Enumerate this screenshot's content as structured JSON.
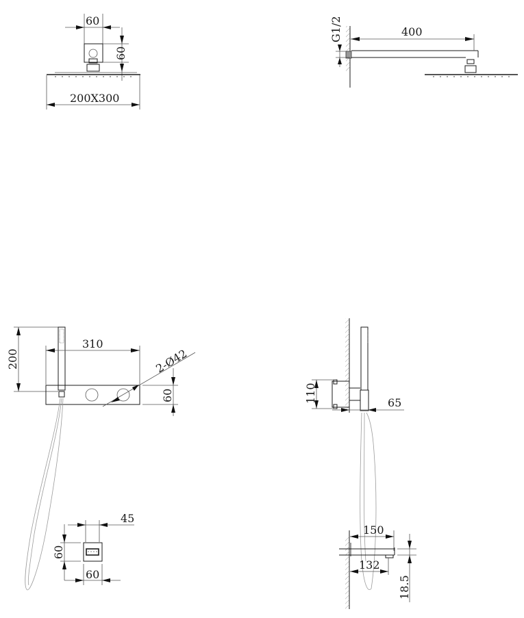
{
  "drawing": {
    "views": [
      {
        "id": "rain-head-front",
        "dimensions": {
          "connector_width": "60",
          "connector_height": "60",
          "head_size": "200X300"
        }
      },
      {
        "id": "rain-head-side",
        "dimensions": {
          "thread": "G1/2",
          "arm_length": "400"
        }
      },
      {
        "id": "valve-front",
        "dimensions": {
          "handshower_height": "200",
          "plate_width": "310",
          "holes": "2-Ø42",
          "plate_height": "60"
        }
      },
      {
        "id": "valve-side",
        "dimensions": {
          "box_depth": "110",
          "projection": "65"
        }
      },
      {
        "id": "outlet-front",
        "dimensions": {
          "depth": "45",
          "height": "60",
          "width": "60"
        }
      },
      {
        "id": "spout-side",
        "dimensions": {
          "length": "150",
          "outlet_distance": "132",
          "thickness": "18.5"
        }
      }
    ]
  }
}
